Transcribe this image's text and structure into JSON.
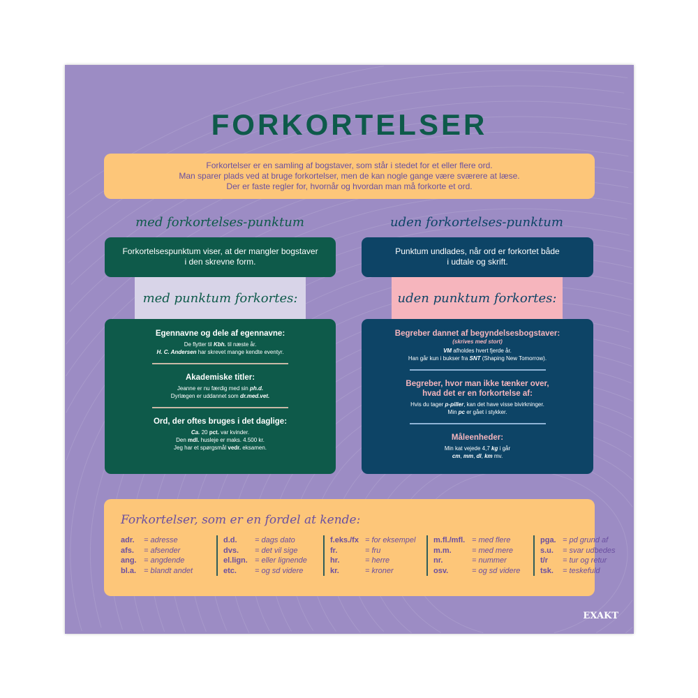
{
  "title": "FORKORTELSER",
  "intro": [
    "Forkortelser er en samling af bogstaver, som står i stedet for et eller flere ord.",
    "Man sparer plads ved at bruge forkortelser, men de kan nogle gange være sværere at læse.",
    "Der er faste regler for, hvornår og hvordan man må forkorte et ord."
  ],
  "left": {
    "heading": "med forkortelses-punktum",
    "desc": [
      "Forkortelsespunktum viser, at der mangler bogstaver",
      "i den skrevne form."
    ],
    "tab": "med punktum forkortes:",
    "sections": [
      {
        "title": "Egennavne og dele af egennavne:",
        "lines": [
          "De flytter til <b><i>Kbh.</i></b> til næste år.",
          "<b><i>H. C. Andersen</i></b> har skrevet mange kendte eventyr."
        ]
      },
      {
        "title": "Akademiske titler:",
        "lines": [
          "Jeanne er nu færdig med sin <b><i>ph.d.</i></b>",
          "Dyrlægen er uddannet som <b><i>dr.med.vet.</i></b>"
        ]
      },
      {
        "title": "Ord, der oftes bruges i det daglige:",
        "lines": [
          "<b><i>Ca.</i></b> 20 <b>pct.</b> var kvinder.",
          "Den <b>mdl.</b> husleje er maks. 4.500 kr.",
          "Jeg har et spørgsmål <b>vedr.</b> eksamen."
        ]
      }
    ]
  },
  "right": {
    "heading": "uden forkortelses-punktum",
    "desc": [
      "Punktum undlades, når ord er forkortet både",
      "i udtale og skrift."
    ],
    "tab": "uden punktum forkortes:",
    "sections": [
      {
        "title": "Begreber dannet af begyndelsesbogstaver:",
        "sub": "(skrives med stort)",
        "lines": [
          "<b><i>VM</i></b> afholdes hvert fjerde år.",
          "Han går kun i bukser fra <b><i>SNT</i></b> (Shaping New Tomorrow)."
        ]
      },
      {
        "title": "Begreber, hvor man ikke tænker over,<br>hvad det er en forkortelse af:",
        "lines": [
          "Hvis du tager <b><i>p-piller</i></b>, kan det have visse bivirkninger.",
          "Min <b><i>pc</i></b> er gået i stykker."
        ]
      },
      {
        "title": "Måleenheder:",
        "lines": [
          "Min kat vejede 4,7 <b><i>kg</i></b> i går",
          "<b><i>cm</i></b>, <b><i>mm</i></b>, <b><i>dl</i></b>, <b><i>km</i></b> mv."
        ]
      }
    ]
  },
  "bottom": {
    "title": "Forkortelser, som er en fordel at kende:",
    "columns": [
      [
        [
          "adr.",
          "= adresse"
        ],
        [
          "afs.",
          "= afsender"
        ],
        [
          "ang.",
          "= angdende"
        ],
        [
          "bl.a.",
          "= blandt andet"
        ]
      ],
      [
        [
          "d.d.",
          "= dags dato"
        ],
        [
          "dvs.",
          "= det vil sige"
        ],
        [
          "el.lign.",
          "= eller lignende"
        ],
        [
          "etc.",
          "= og sd videre"
        ]
      ],
      [
        [
          "f.eks./fx",
          "= for eksempel"
        ],
        [
          "fr.",
          "= fru"
        ],
        [
          "hr.",
          "= herre"
        ],
        [
          "kr.",
          "= kroner"
        ]
      ],
      [
        [
          "m.fl./mfl.",
          "= med flere"
        ],
        [
          "m.m.",
          "= med mere"
        ],
        [
          "nr.",
          "= nummer"
        ],
        [
          "osv.",
          "= og sd videre"
        ]
      ],
      [
        [
          "pga.",
          "= pd grund af"
        ],
        [
          "s.u.",
          "= svar udbedes"
        ],
        [
          "t/r",
          "= tur og retur"
        ],
        [
          "tsk.",
          "= teskefuld"
        ]
      ]
    ]
  },
  "logo": "EXAKT"
}
